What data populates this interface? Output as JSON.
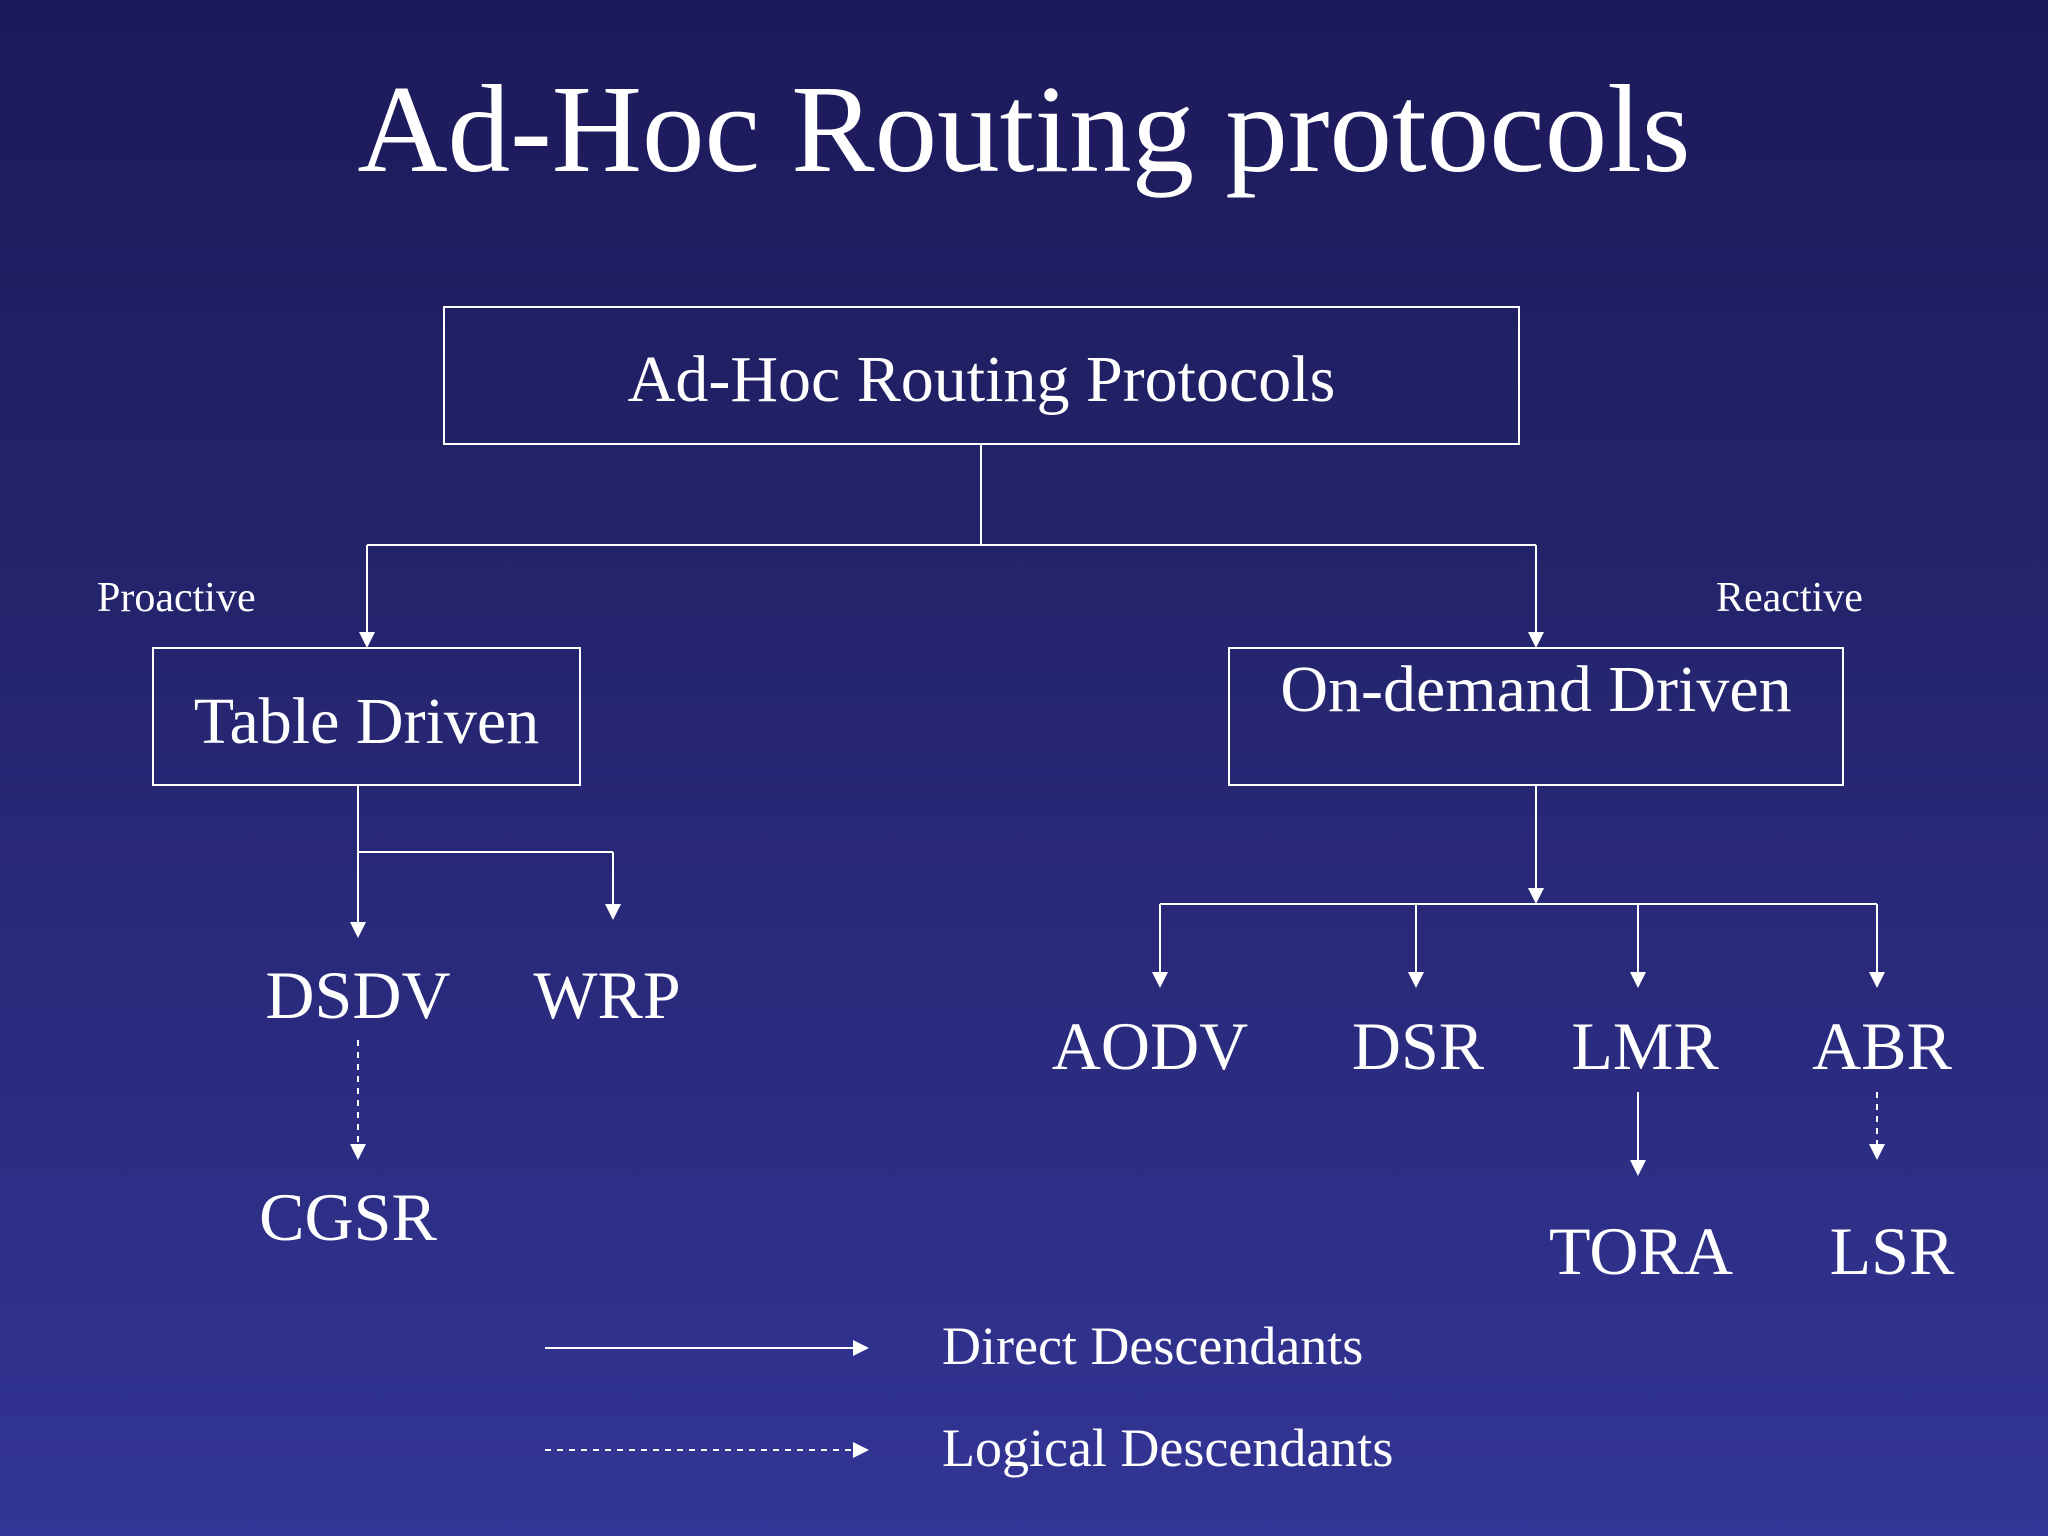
{
  "title": "Ad-Hoc Routing protocols",
  "root": "Ad-Hoc Routing Protocols",
  "branches": {
    "proactive_label": "Proactive",
    "reactive_label": "Reactive",
    "table_driven": "Table Driven",
    "on_demand": "On-demand Driven"
  },
  "protocols": {
    "dsdv": "DSDV",
    "wrp": "WRP",
    "cgsr": "CGSR",
    "aodv": "AODV",
    "dsr": "DSR",
    "lmr": "LMR",
    "abr": "ABR",
    "tora": "TORA",
    "lsr": "LSR"
  },
  "legend": {
    "direct": "Direct Descendants",
    "logical": "Logical Descendants"
  },
  "colors": {
    "background_top": "#1c1a5a",
    "background_bottom": "#333596",
    "foreground": "#ffffff"
  }
}
